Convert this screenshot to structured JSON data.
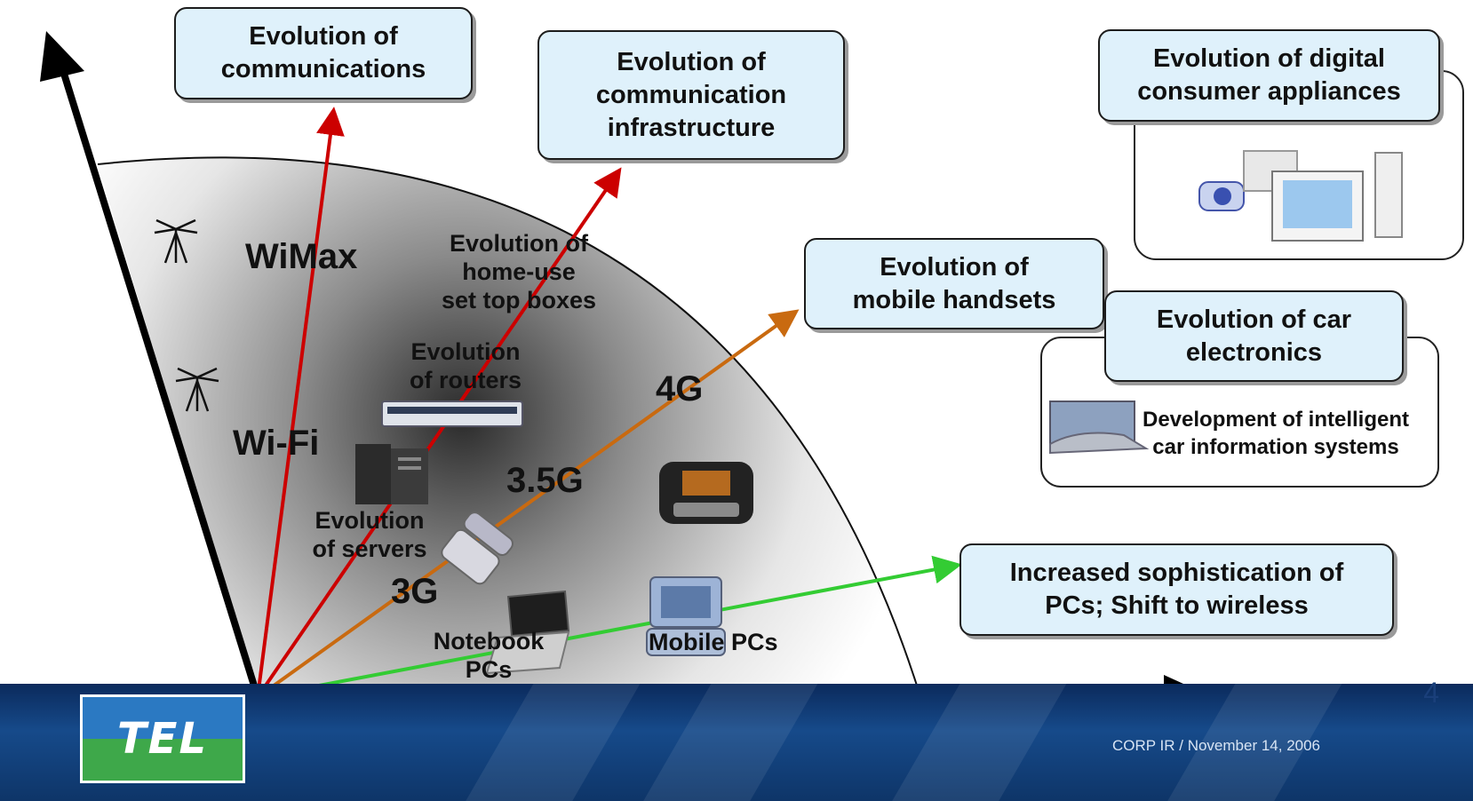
{
  "boxes": {
    "communications": "Evolution of\ncommunications",
    "infrastructure": "Evolution of\ncommunication\ninfrastructure",
    "consumer": "Evolution of digital\nconsumer  appliances",
    "handsets": "Evolution of\nmobile handsets",
    "car": "Evolution of car\nelectronics",
    "pcs": "Increased sophistication of\nPCs; Shift to wireless"
  },
  "labels": {
    "wimax": "WiMax",
    "wifi": "Wi-Fi",
    "set_top": "Evolution of\nhome-use\nset top boxes",
    "routers": "Evolution\nof routers",
    "servers": "Evolution\nof servers",
    "g4": "4G",
    "g35": "3.5G",
    "g3": "3G",
    "notebook": "Notebook\nPCs",
    "mobile_pcs": "Mobile PCs",
    "car_info": "Development of intelligent\ncar information systems"
  },
  "footer": {
    "page_number": "4",
    "corp_text": "CORP IR / November 14, 2006",
    "logo_text": "TEL"
  },
  "colors": {
    "box_fill": "#dff1fb",
    "arrow_red": "#cc0000",
    "arrow_orange": "#c96a10",
    "arrow_green": "#33cc33",
    "axis": "#000000",
    "footer_blue": "#164a8a"
  },
  "icons": [
    "antenna-icon",
    "router-icon",
    "server-icon",
    "flip-phone-icon",
    "handheld-device-icon",
    "notebook-pc-icon",
    "mobile-pc-icon",
    "consumer-appliances-image",
    "car-system-image"
  ]
}
